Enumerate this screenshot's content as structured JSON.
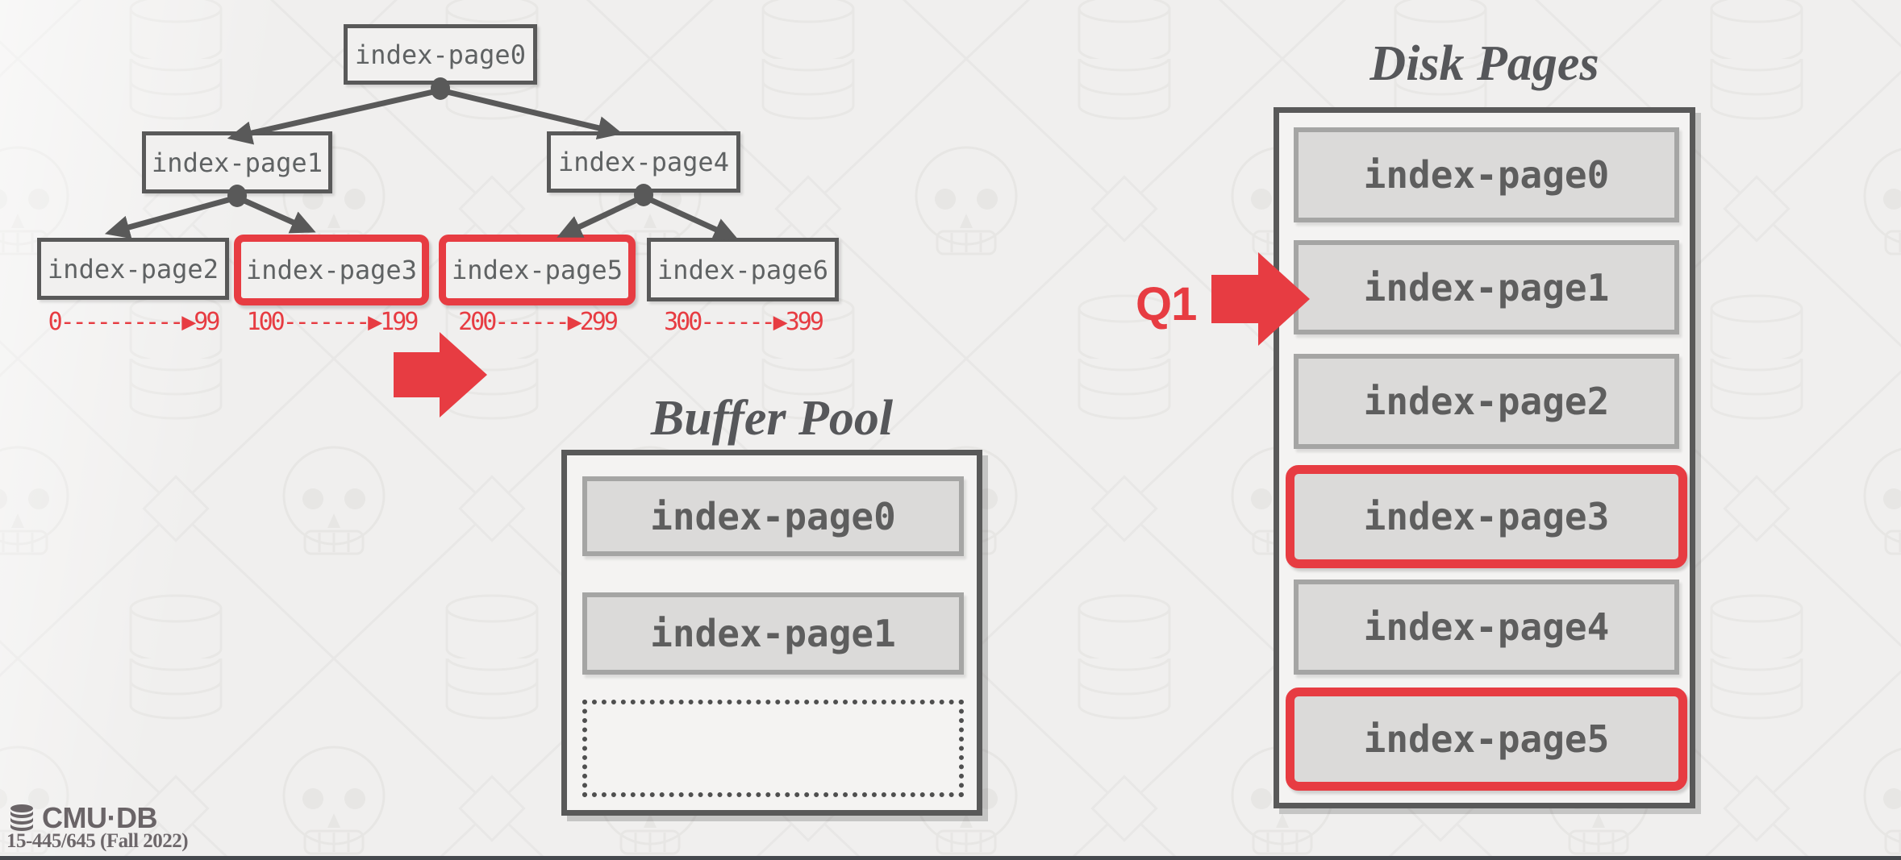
{
  "slide": {
    "tree": {
      "root": {
        "label": "index-page0"
      },
      "internal": [
        {
          "label": "index-page1"
        },
        {
          "label": "index-page4"
        }
      ],
      "leaves": [
        {
          "label": "index-page2",
          "range": "0----------▶99",
          "highlighted": false
        },
        {
          "label": "index-page3",
          "range": "100-------▶199",
          "highlighted": true
        },
        {
          "label": "index-page5",
          "range": "200------▶299",
          "highlighted": true
        },
        {
          "label": "index-page6",
          "range": "300------▶399",
          "highlighted": false
        }
      ]
    },
    "buffer_pool": {
      "title": "Buffer Pool",
      "slots": [
        {
          "label": "index-page0"
        },
        {
          "label": "index-page1"
        }
      ],
      "empty_slot_count": 1
    },
    "disk_pages": {
      "title": "Disk Pages",
      "pages": [
        {
          "label": "index-page0",
          "highlighted": false
        },
        {
          "label": "index-page1",
          "highlighted": false
        },
        {
          "label": "index-page2",
          "highlighted": false
        },
        {
          "label": "index-page3",
          "highlighted": true
        },
        {
          "label": "index-page4",
          "highlighted": false
        },
        {
          "label": "index-page5",
          "highlighted": true
        }
      ]
    },
    "query": {
      "label": "Q1"
    },
    "footer": {
      "logo_text": "CMU·DB",
      "course_text": "15-445/645 (Fall 2022)"
    },
    "colors": {
      "highlight_red": "#e73c42",
      "line_gray": "#595959",
      "box_fill_gray": "#dbdad9",
      "background": "#f0efee"
    }
  }
}
